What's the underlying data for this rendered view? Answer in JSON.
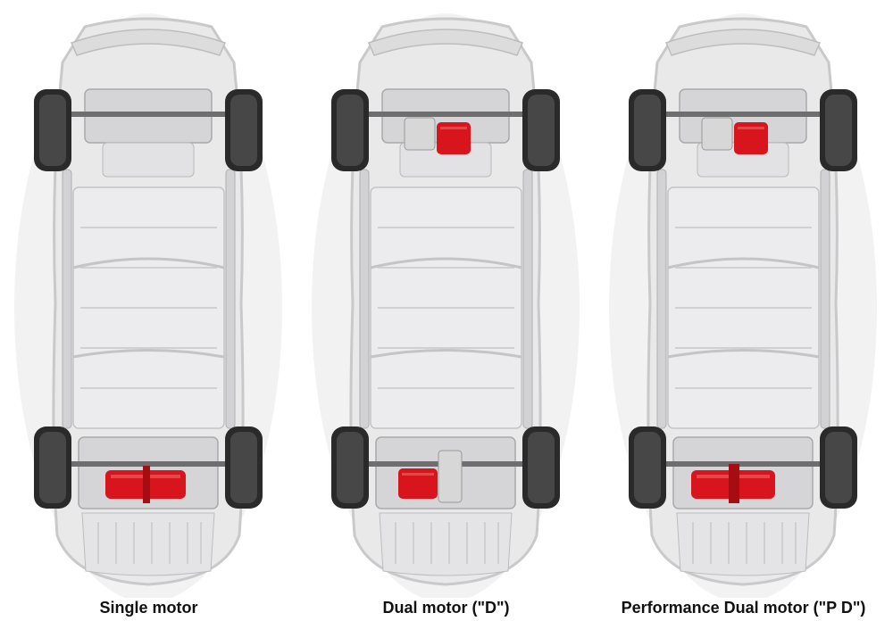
{
  "captions": {
    "single": "Single motor",
    "dual": "Dual motor (\"D\")",
    "performance": "Performance Dual motor (\"P D\")"
  },
  "colors": {
    "motor": "#d8141c",
    "chassis": "#e9e9ea",
    "tire": "#2a2a2a",
    "frame": "#c9c9cb"
  }
}
